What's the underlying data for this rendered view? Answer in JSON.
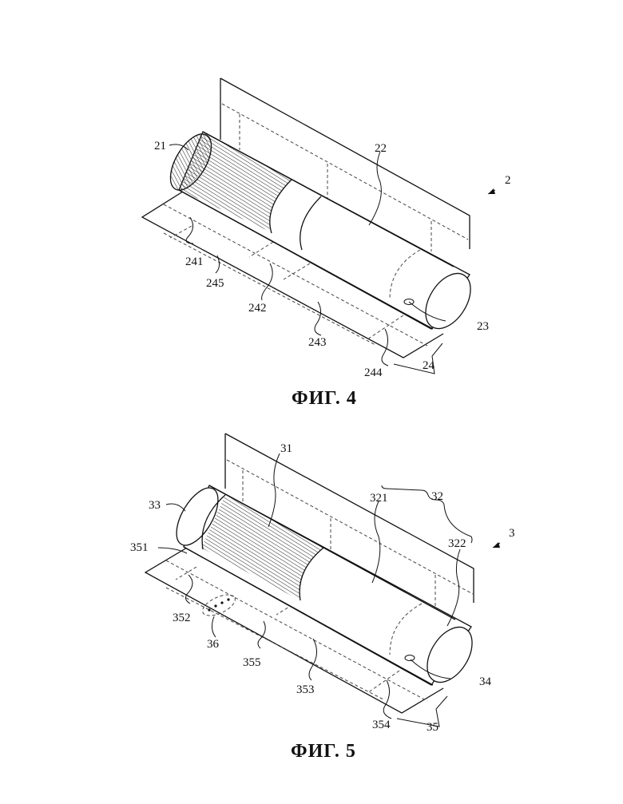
{
  "figures": [
    {
      "id": "fig4",
      "caption": "ФИГ. 4",
      "labels": {
        "ref": "2",
        "filter": "21",
        "body": "22",
        "hole": "23",
        "wrapper": "24",
        "p241": "241",
        "p242": "242",
        "p243": "243",
        "p244": "244",
        "p245": "245"
      }
    },
    {
      "id": "fig5",
      "caption": "ФИГ. 5",
      "labels": {
        "ref": "3",
        "filter": "31",
        "body": "32",
        "b321": "321",
        "b322": "322",
        "cap": "33",
        "hole": "34",
        "wrapper": "35",
        "dots": "36",
        "p351": "351",
        "p352": "352",
        "p353": "353",
        "p354": "354",
        "p355": "355"
      }
    }
  ]
}
